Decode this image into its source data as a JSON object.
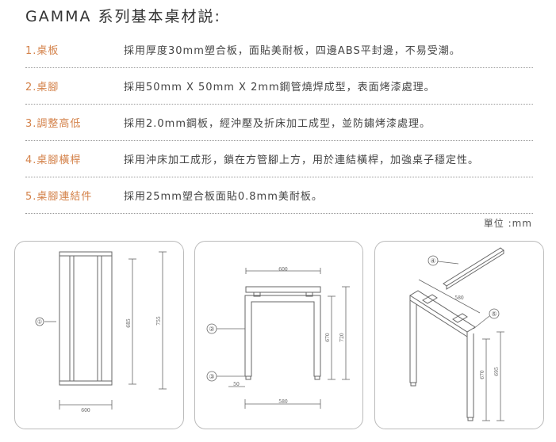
{
  "title": "GAMMA 系列基本桌材説:",
  "specs": [
    {
      "label": "1.桌板",
      "desc": "採用厚度30mm塑合板，面貼美耐板，四邊ABS平封邊，不易受潮。"
    },
    {
      "label": "2.桌腳",
      "desc": "採用50mm X 50mm X 2mm鋼管燒焊成型，表面烤漆處理。"
    },
    {
      "label": "3.調整高低",
      "desc": "採用2.0mm鋼板，經沖壓及折床加工成型，並防鏽烤漆處理。"
    },
    {
      "label": "4.桌腳橫桿",
      "desc": "採用沖床加工成形，鎖在方管腳上方，用於連結橫桿，加強桌子穩定性。"
    },
    {
      "label": "5.桌腳連結件",
      "desc": "採用25mm塑合板面貼0.8mm美耐板。"
    }
  ],
  "unit": "單位 :mm",
  "diagram1": {
    "marker": "①",
    "width": "600",
    "inner_height": "685",
    "outer_height": "755"
  },
  "diagram2": {
    "marker_top": "②",
    "marker_bottom": "③",
    "top_width": "600",
    "leg_offset": "50",
    "base_width": "580",
    "leg_height": "670",
    "total_height": "720"
  },
  "diagram3": {
    "marker_bar": "④",
    "marker_joint": "⑤",
    "bar_length": "580",
    "leg_height": "670",
    "total_height": "695"
  }
}
